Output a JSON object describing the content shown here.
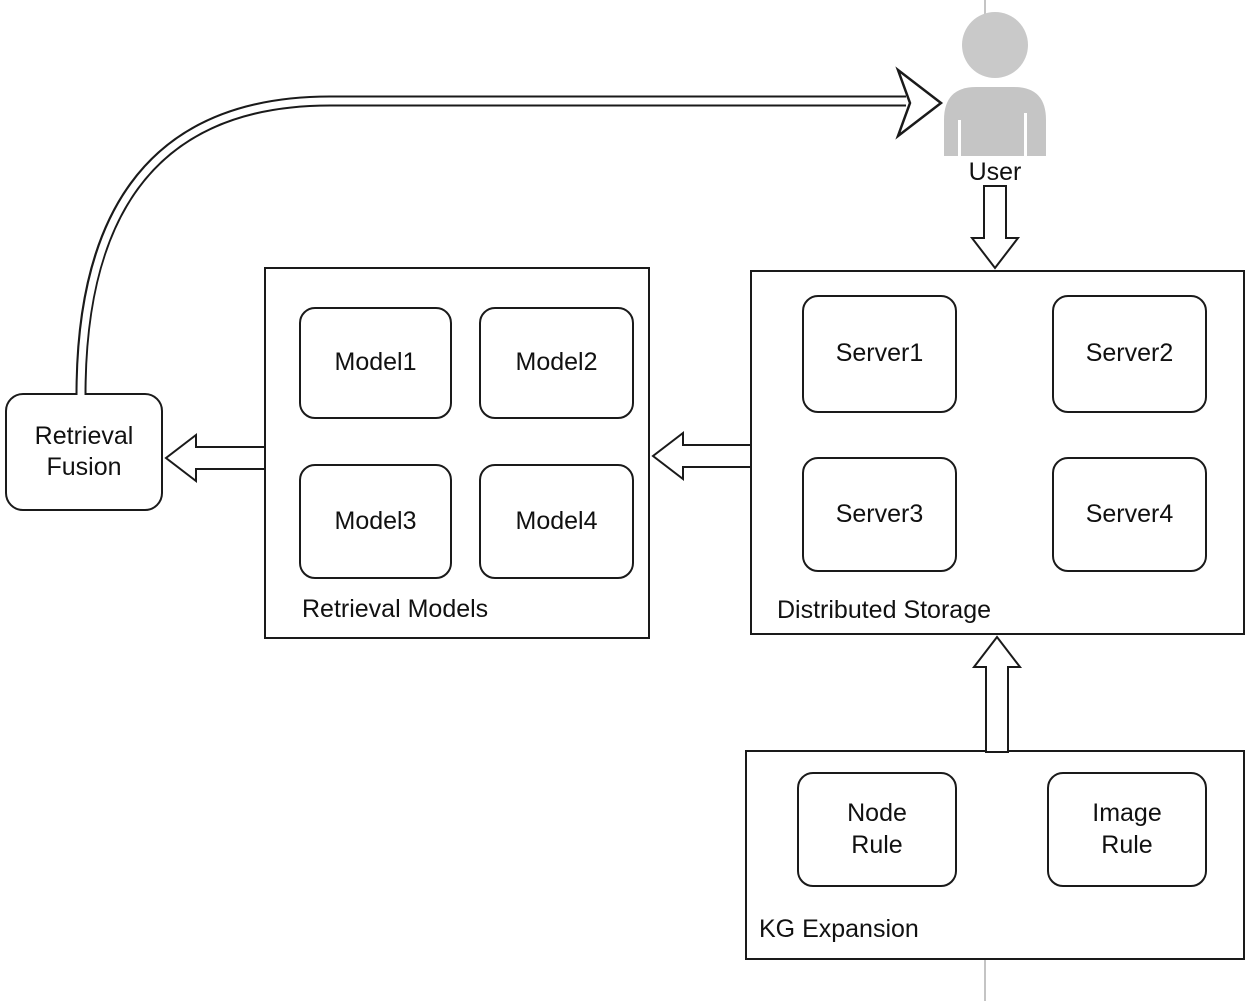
{
  "diagram": {
    "user": {
      "icon": "user",
      "label": "User"
    },
    "retrieval_fusion": {
      "label": "Retrieval\nFusion"
    },
    "retrieval_models": {
      "label": "Retrieval Models",
      "items": [
        {
          "label": "Model1"
        },
        {
          "label": "Model2"
        },
        {
          "label": "Model3"
        },
        {
          "label": "Model4"
        }
      ]
    },
    "distributed_storage": {
      "label": "Distributed Storage",
      "items": [
        {
          "label": "Server1"
        },
        {
          "label": "Server2"
        },
        {
          "label": "Server3"
        },
        {
          "label": "Server4"
        }
      ]
    },
    "kg_expansion": {
      "label": "KG Expansion",
      "items": [
        {
          "label": "Node\nRule"
        },
        {
          "label": "Image\nRule"
        }
      ]
    },
    "arrows": [
      {
        "name": "fusion-to-user",
        "type": "curved-hollow"
      },
      {
        "name": "user-to-distributed-storage",
        "type": "hollow-down"
      },
      {
        "name": "distributed-storage-to-retrieval-models",
        "type": "hollow-left"
      },
      {
        "name": "retrieval-models-to-retrieval-fusion",
        "type": "hollow-left"
      },
      {
        "name": "kg-expansion-to-distributed-storage",
        "type": "hollow-up"
      }
    ],
    "colors": {
      "border": "#1a1a1a",
      "user_head_fill": "#c9c9c9",
      "user_body_fill": "#c5c5c5",
      "background_line": "#c4c4c4",
      "arrow_fill": "#ffffff"
    }
  }
}
